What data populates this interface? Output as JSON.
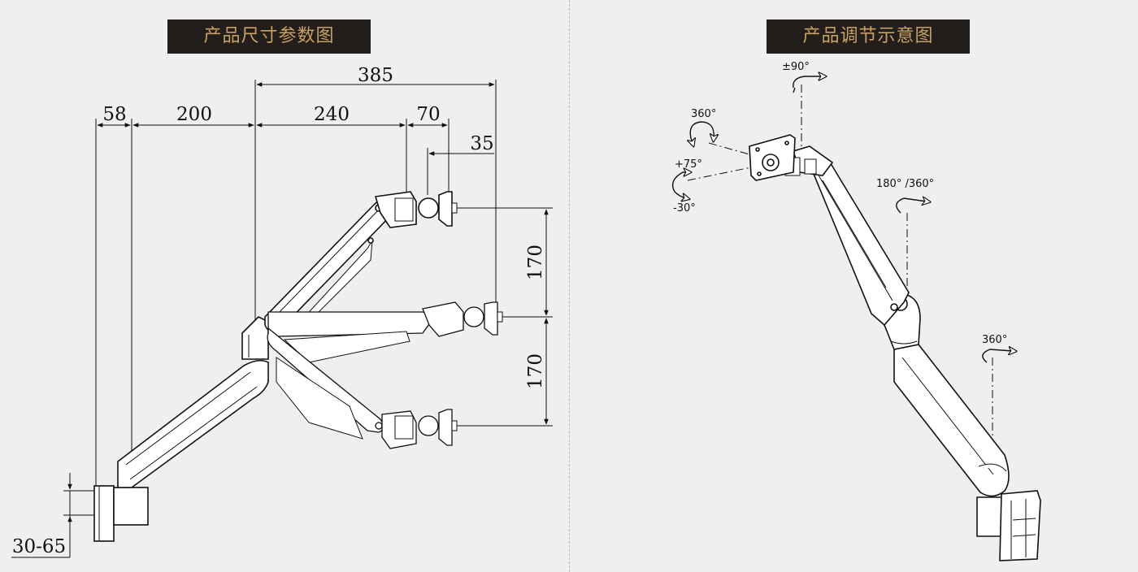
{
  "left_panel": {
    "title": "产品尺寸参数图",
    "dimensions": {
      "d385": "385",
      "d58": "58",
      "d200": "200",
      "d240": "240",
      "d70": "70",
      "d35": "35",
      "d170_top": "170",
      "d170_bottom": "170",
      "clamp": "30-65"
    }
  },
  "right_panel": {
    "title": "产品调节示意图",
    "angles": {
      "tilt_top": "±90°",
      "rotate_head": "360°",
      "tilt_up": "+75°",
      "tilt_down": "-30°",
      "swivel_elbow": "180° /360°",
      "swivel_base": "360°"
    }
  }
}
